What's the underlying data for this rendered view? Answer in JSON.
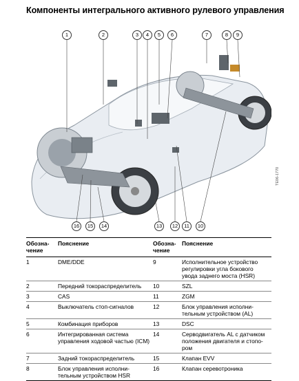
{
  "title": "Компоненты интегрального активного рулевого управления",
  "figure": {
    "code": "TE06-1770",
    "top_callouts": [
      "1",
      "2",
      "3",
      "4",
      "5",
      "6",
      "7",
      "8",
      "9"
    ],
    "bottom_callouts": [
      "16",
      "15",
      "14",
      "13",
      "12",
      "11",
      "10"
    ]
  },
  "table": {
    "header": {
      "num_col": "Обозна-\nчение",
      "desc_col": "Пояснение",
      "num_col_2": "Обозна-\nчение",
      "desc_col_2": "Пояснение"
    },
    "rows": [
      {
        "n1": "1",
        "d1": "DME/DDE",
        "n2": "9",
        "d2": "Исполнительное устройство регулировки угла бокового увода заднего моста (HSR)"
      },
      {
        "n1": "2",
        "d1": "Передний токораспределитель",
        "n2": "10",
        "d2": "SZL"
      },
      {
        "n1": "3",
        "d1": "CAS",
        "n2": "11",
        "d2": "ZGM"
      },
      {
        "n1": "4",
        "d1": "Выключатель стоп-сигналов",
        "n2": "12",
        "d2": "Блок управления исполни-тельным устройством (AL)"
      },
      {
        "n1": "5",
        "d1": "Комбинация приборов",
        "n2": "13",
        "d2": "DSC"
      },
      {
        "n1": "6",
        "d1": "Интегрированная система управления ходовой частью (ICM)",
        "n2": "14",
        "d2": "Серводвигатель AL с датчиком положения двигателя и стопо-ром"
      },
      {
        "n1": "7",
        "d1": "Задний токораспределитель",
        "n2": "15",
        "d2": "Клапан EVV"
      },
      {
        "n1": "8",
        "d1": "Блок управления исполни-тельным устройством HSR",
        "n2": "16",
        "d2": "Клапан серевотроника"
      }
    ]
  }
}
